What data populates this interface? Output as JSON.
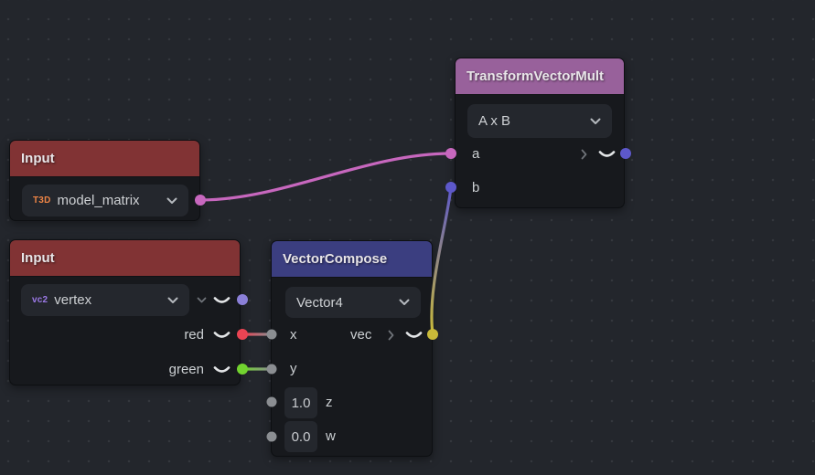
{
  "colors": {
    "background": "#23262c",
    "grid_dot": "#34373d",
    "node_body": "#17191d",
    "header_red": "#813334",
    "header_indigo": "#3b3e80",
    "header_purple": "#98619b",
    "port_pink": "#c767be",
    "port_indigo": "#5d58ca",
    "port_periwinkle": "#8b80d8",
    "port_red": "#ea4453",
    "port_green": "#72d32f",
    "port_yellow": "#c9ba39",
    "port_gray": "#8b8e92",
    "wire_pink": "#c767be"
  },
  "nodes": {
    "transform_vector_mult": {
      "title": "TransformVectorMult",
      "operation": "A x B",
      "input_a": "a",
      "input_b": "b"
    },
    "input_model_matrix": {
      "title": "Input",
      "type_badge": "T3D",
      "value": "model_matrix"
    },
    "input_vertex": {
      "title": "Input",
      "type_badge": "vc2",
      "value": "vertex",
      "output_red": "red",
      "output_green": "green"
    },
    "vector_compose": {
      "title": "VectorCompose",
      "type_value": "Vector4",
      "input_x": "x",
      "input_y": "y",
      "input_z": "z",
      "input_w": "w",
      "output_vec": "vec",
      "z_default": "1.0",
      "w_default": "0.0"
    }
  }
}
